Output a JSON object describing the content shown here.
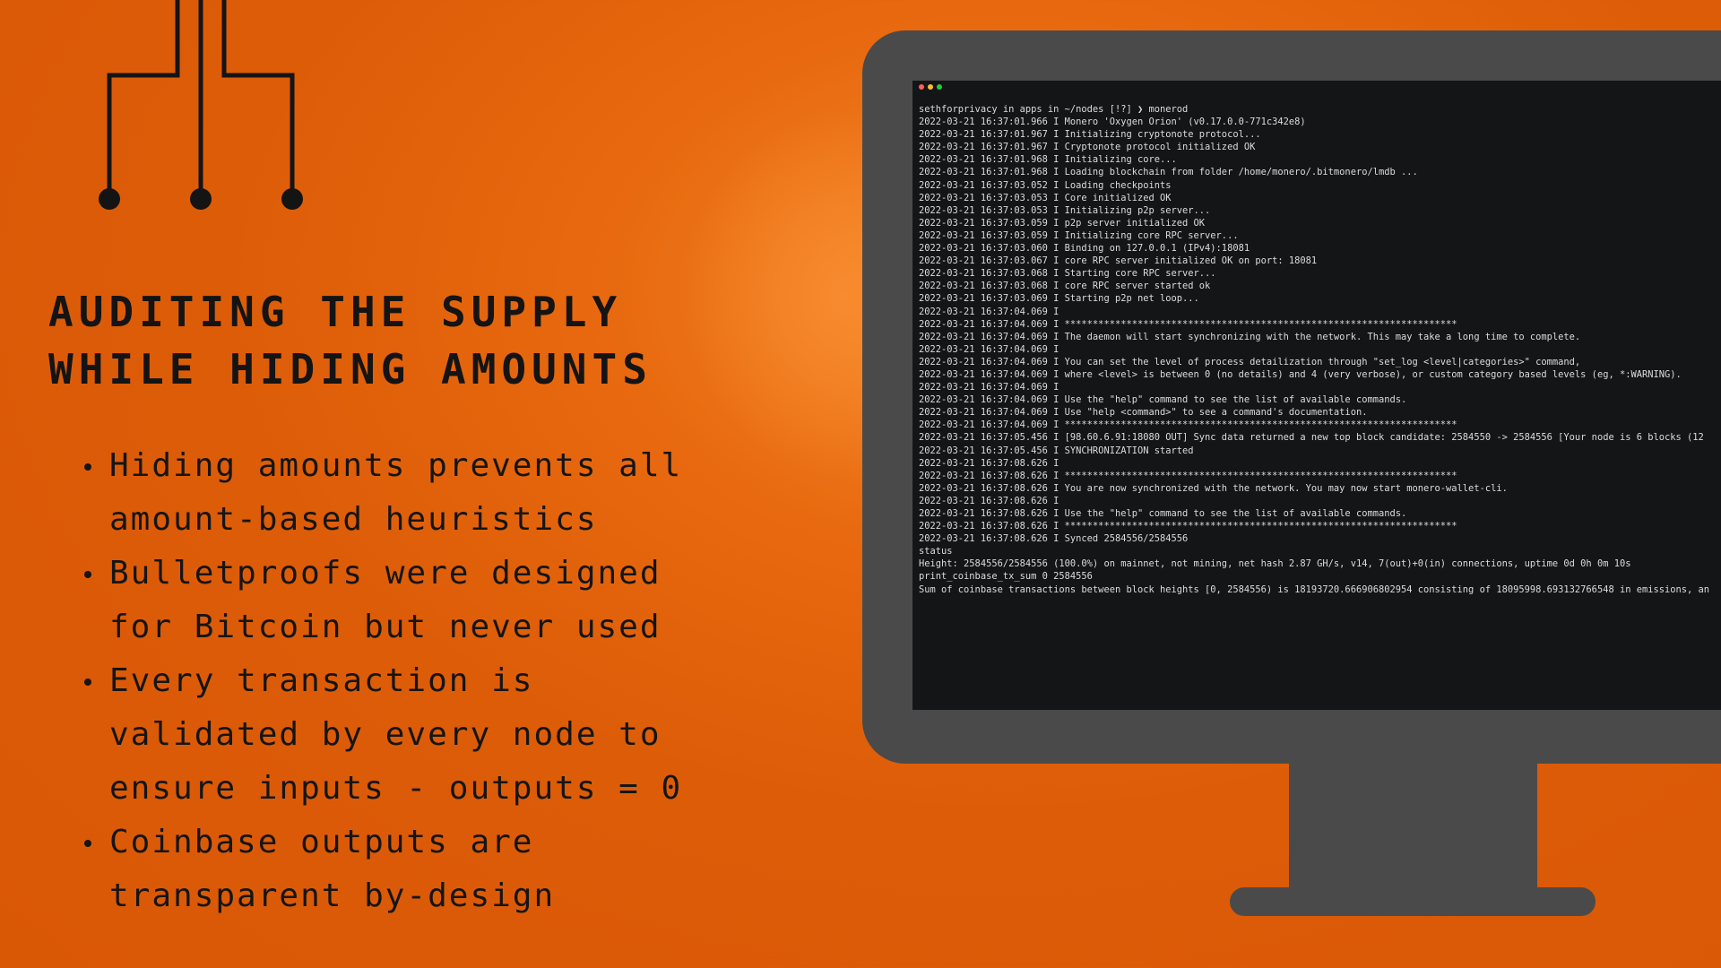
{
  "slide": {
    "title_lines": [
      "AUDITING THE SUPPLY",
      "WHILE HIDING AMOUNTS"
    ],
    "bullets": [
      {
        "lines": [
          "Hiding amounts prevents all",
          "amount-based heuristics"
        ]
      },
      {
        "lines": [
          "Bulletproofs were designed",
          "for Bitcoin but never used"
        ]
      },
      {
        "lines": [
          "Every transaction is",
          "validated by every node to",
          "ensure inputs - outputs = 0"
        ]
      },
      {
        "lines": [
          "Coinbase outputs are",
          "transparent by-design"
        ]
      }
    ],
    "decor": {
      "icon": "circuit-traces-icon",
      "bullet_icon": "bullet-dot-icon"
    }
  },
  "colors": {
    "background": "#dd5c08",
    "text": "#141414",
    "monitor": "#4a4a4a",
    "terminal_bg": "#141516",
    "terminal_text": "#dcdcdc",
    "traffic_red": "#ff5f56",
    "traffic_yellow": "#ffbd2e",
    "traffic_green": "#27c93f"
  },
  "terminal": {
    "lines": [
      "sethforprivacy in apps in ~/nodes [!?] ❯ monerod",
      "2022-03-21 16:37:01.966 I Monero 'Oxygen Orion' (v0.17.0.0-771c342e8)",
      "2022-03-21 16:37:01.967 I Initializing cryptonote protocol...",
      "2022-03-21 16:37:01.967 I Cryptonote protocol initialized OK",
      "2022-03-21 16:37:01.968 I Initializing core...",
      "2022-03-21 16:37:01.968 I Loading blockchain from folder /home/monero/.bitmonero/lmdb ...",
      "2022-03-21 16:37:03.052 I Loading checkpoints",
      "2022-03-21 16:37:03.053 I Core initialized OK",
      "2022-03-21 16:37:03.053 I Initializing p2p server...",
      "2022-03-21 16:37:03.059 I p2p server initialized OK",
      "2022-03-21 16:37:03.059 I Initializing core RPC server...",
      "2022-03-21 16:37:03.060 I Binding on 127.0.0.1 (IPv4):18081",
      "2022-03-21 16:37:03.067 I core RPC server initialized OK on port: 18081",
      "2022-03-21 16:37:03.068 I Starting core RPC server...",
      "2022-03-21 16:37:03.068 I core RPC server started ok",
      "2022-03-21 16:37:03.069 I Starting p2p net loop...",
      "2022-03-21 16:37:04.069 I",
      "2022-03-21 16:37:04.069 I **********************************************************************",
      "2022-03-21 16:37:04.069 I The daemon will start synchronizing with the network. This may take a long time to complete.",
      "2022-03-21 16:37:04.069 I",
      "2022-03-21 16:37:04.069 I You can set the level of process detailization through \"set_log <level|categories>\" command,",
      "2022-03-21 16:37:04.069 I where <level> is between 0 (no details) and 4 (very verbose), or custom category based levels (eg, *:WARNING).",
      "2022-03-21 16:37:04.069 I",
      "2022-03-21 16:37:04.069 I Use the \"help\" command to see the list of available commands.",
      "2022-03-21 16:37:04.069 I Use \"help <command>\" to see a command's documentation.",
      "2022-03-21 16:37:04.069 I **********************************************************************",
      "2022-03-21 16:37:05.456 I [98.60.6.91:18080 OUT] Sync data returned a new top block candidate: 2584550 -> 2584556 [Your node is 6 blocks (12",
      "2022-03-21 16:37:05.456 I SYNCHRONIZATION started",
      "2022-03-21 16:37:08.626 I",
      "2022-03-21 16:37:08.626 I **********************************************************************",
      "2022-03-21 16:37:08.626 I You are now synchronized with the network. You may now start monero-wallet-cli.",
      "2022-03-21 16:37:08.626 I",
      "2022-03-21 16:37:08.626 I Use the \"help\" command to see the list of available commands.",
      "2022-03-21 16:37:08.626 I **********************************************************************",
      "2022-03-21 16:37:08.626 I Synced 2584556/2584556",
      "status",
      "Height: 2584556/2584556 (100.0%) on mainnet, not mining, net hash 2.87 GH/s, v14, 7(out)+0(in) connections, uptime 0d 0h 0m 10s",
      "print_coinbase_tx_sum 0 2584556",
      "Sum of coinbase transactions between block heights [0, 2584556) is 18193720.666906802954 consisting of 18095998.693132766548 in emissions, an"
    ]
  }
}
